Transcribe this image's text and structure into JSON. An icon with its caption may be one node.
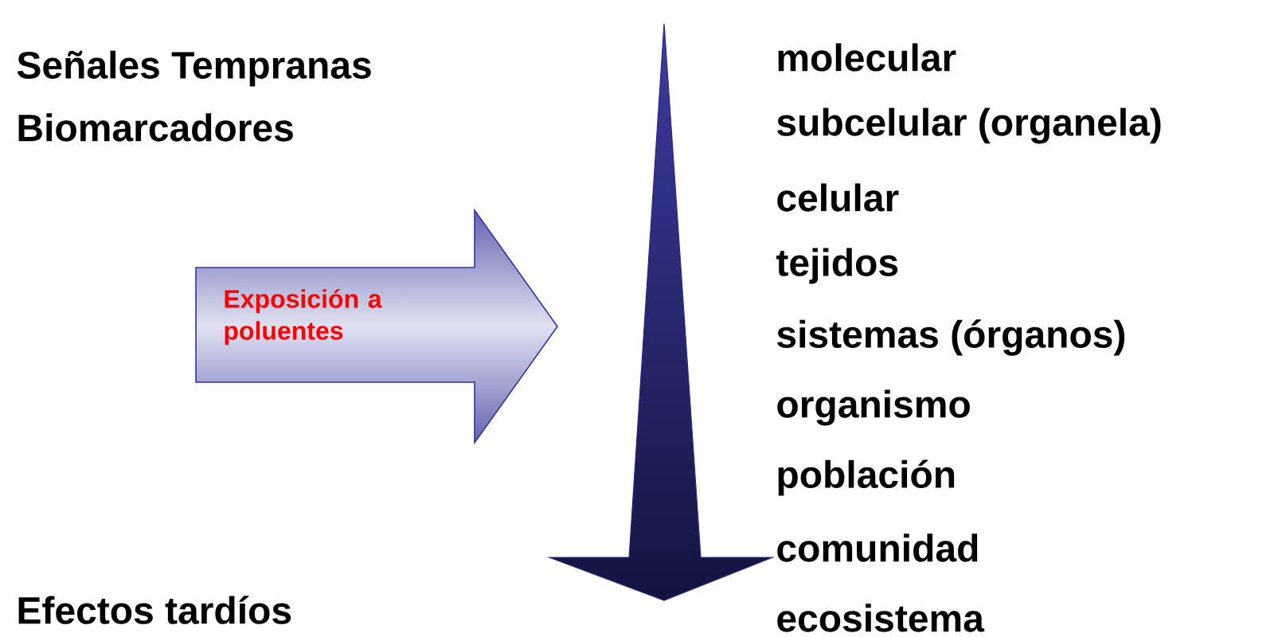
{
  "diagram": {
    "nodes": [
      {
        "text": [
          "Exposición a poluentes"
        ]
      }
    ],
    "labels": [
      "Señales Tempranas",
      "Biomarcadores",
      "molecular",
      "subcelular (organela)",
      "celular",
      "tejidos",
      "sistemas (órganos)",
      "organismo",
      "población",
      "comunidad",
      "ecosistema",
      "Efectos tardíos"
    ]
  }
}
